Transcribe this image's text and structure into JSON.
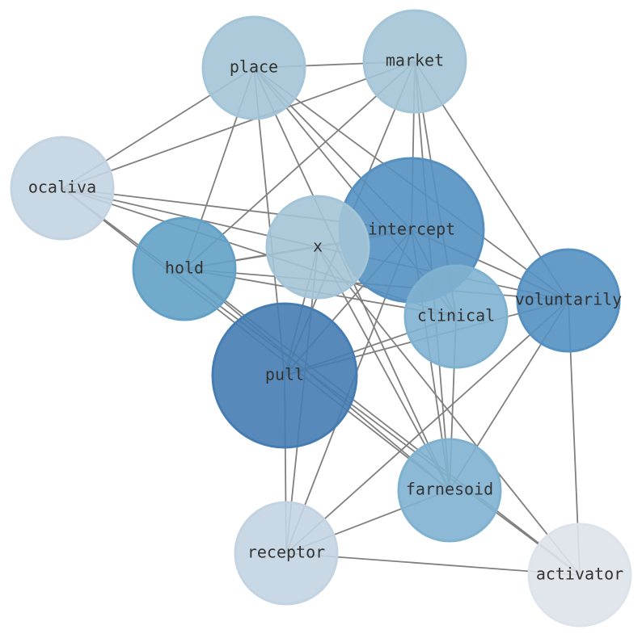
{
  "graph": {
    "edge_color": "#808080",
    "nodes": [
      {
        "id": "place",
        "label": "place",
        "color": "#b0d3e7",
        "size": "small"
      },
      {
        "id": "market",
        "label": "market",
        "color": "#b0d3e7",
        "size": "small"
      },
      {
        "id": "ocaliva",
        "label": "ocaliva",
        "color": "#d2e3f3",
        "size": "small"
      },
      {
        "id": "intercept",
        "label": "intercept",
        "color": "#5b9bcf",
        "size": "large"
      },
      {
        "id": "x",
        "label": "x",
        "color": "#b0d3e7",
        "size": "small"
      },
      {
        "id": "hold",
        "label": "hold",
        "color": "#6aadd6",
        "size": "small"
      },
      {
        "id": "clinical",
        "label": "clinical",
        "color": "#89bfe0",
        "size": "small"
      },
      {
        "id": "voluntarily",
        "label": "voluntarily",
        "color": "#5b9bcf",
        "size": "small"
      },
      {
        "id": "pull",
        "label": "pull",
        "color": "#4a86c0",
        "size": "large"
      },
      {
        "id": "farnesoid",
        "label": "farnesoid",
        "color": "#89bfe0",
        "size": "small"
      },
      {
        "id": "receptor",
        "label": "receptor",
        "color": "#d2e3f3",
        "size": "small"
      },
      {
        "id": "activator",
        "label": "activator",
        "color": "#eef4fc",
        "size": "small"
      }
    ],
    "edges": [
      [
        "place",
        "market"
      ],
      [
        "place",
        "ocaliva"
      ],
      [
        "place",
        "hold"
      ],
      [
        "place",
        "pull"
      ],
      [
        "place",
        "intercept"
      ],
      [
        "place",
        "clinical"
      ],
      [
        "place",
        "voluntarily"
      ],
      [
        "place",
        "farnesoid"
      ],
      [
        "market",
        "ocaliva"
      ],
      [
        "market",
        "hold"
      ],
      [
        "market",
        "intercept"
      ],
      [
        "market",
        "clinical"
      ],
      [
        "market",
        "voluntarily"
      ],
      [
        "market",
        "pull"
      ],
      [
        "market",
        "farnesoid"
      ],
      [
        "ocaliva",
        "intercept"
      ],
      [
        "ocaliva",
        "clinical"
      ],
      [
        "ocaliva",
        "x"
      ],
      [
        "ocaliva",
        "farnesoid"
      ],
      [
        "ocaliva",
        "activator"
      ],
      [
        "x",
        "hold"
      ],
      [
        "x",
        "intercept"
      ],
      [
        "x",
        "pull"
      ],
      [
        "x",
        "farnesoid"
      ],
      [
        "x",
        "activator"
      ],
      [
        "x",
        "receptor"
      ],
      [
        "x",
        "voluntarily"
      ],
      [
        "hold",
        "intercept"
      ],
      [
        "hold",
        "voluntarily"
      ],
      [
        "hold",
        "clinical"
      ],
      [
        "hold",
        "farnesoid"
      ],
      [
        "hold",
        "activator"
      ],
      [
        "intercept",
        "pull"
      ],
      [
        "intercept",
        "receptor"
      ],
      [
        "intercept",
        "farnesoid"
      ],
      [
        "intercept",
        "voluntarily"
      ],
      [
        "intercept",
        "clinical"
      ],
      [
        "pull",
        "voluntarily"
      ],
      [
        "pull",
        "clinical"
      ],
      [
        "pull",
        "receptor"
      ],
      [
        "voluntarily",
        "farnesoid"
      ],
      [
        "voluntarily",
        "receptor"
      ],
      [
        "voluntarily",
        "activator"
      ],
      [
        "receptor",
        "farnesoid"
      ],
      [
        "receptor",
        "activator"
      ],
      [
        "farnesoid",
        "clinical"
      ]
    ]
  }
}
